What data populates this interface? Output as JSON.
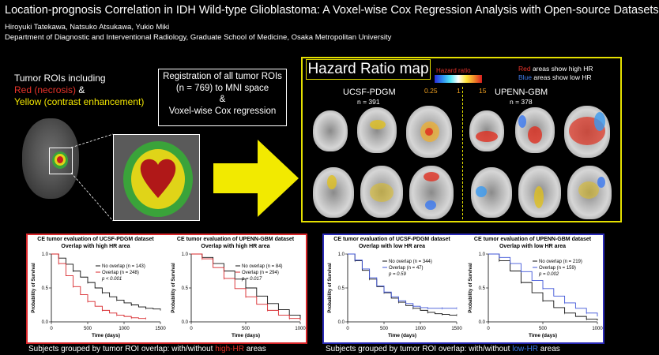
{
  "header": {
    "title": "Location-prognosis Correlation in IDH Wild-type Glioblastoma: A Voxel-wise Cox Regression Analysis with Open-source Datasets",
    "authors": "Hiroyuki Tatekawa, Natsuko Atsukawa, Yukio Miki",
    "department": "Department of Diagnostic and Interventional Radiology, Graduate School of Medicine, Osaka Metropolitan University"
  },
  "roi": {
    "line1": "Tumor ROIs including",
    "line2_red": "Red (necrosis)",
    "line2_amp": " &",
    "line3_yellow": "Yellow (contrast enhancement)"
  },
  "registration": {
    "line1": "Registration of all tumor ROIs",
    "line2": "(n = 769) to MNI space",
    "line3": "&",
    "line4": "Voxel-wise Cox regression"
  },
  "hr_map": {
    "title": "Hazard Ratio map",
    "colorbar_label": "Hazard ratio",
    "ticks": [
      "0.25",
      "1",
      "15"
    ],
    "legend_red_word": "Red",
    "legend_red_rest": " areas show high HR",
    "legend_blue_word": "Blue",
    "legend_blue_rest": " areas show low HR",
    "ucsf_name": "UCSF-PDGM",
    "ucsf_n": "n = 391",
    "upenn_name": "UPENN-GBM",
    "upenn_n": "n = 378"
  },
  "km_panels": [
    {
      "title": "CE tumor evaluation of UCSF-PDGM dataset",
      "subtitle": "Overlap with high HR area",
      "legend": [
        "No overlap (n = 143)",
        "Overlap (n = 248)"
      ],
      "p": "p < 0.001",
      "ylabel": "Probability of Survival",
      "xlabel": "Time (days)",
      "xticks": [
        "0",
        "500",
        "1000",
        "1500"
      ],
      "yticks": [
        "0.0",
        "0.5",
        "1.0"
      ]
    },
    {
      "title": "CE tumor evaluation of UPENN-GBM dataset",
      "subtitle": "Overlap with high HR area",
      "legend": [
        "No overlap (n = 84)",
        "Overlap (n = 294)"
      ],
      "p": "p = 0.017",
      "ylabel": "Probability of Survival",
      "xlabel": "Time (days)",
      "xticks": [
        "0",
        "500",
        "1000"
      ],
      "yticks": [
        "0.0",
        "0.5",
        "1.0"
      ]
    },
    {
      "title": "CE tumor evaluation of UCSF-PDGM dataset",
      "subtitle": "Overlap with low HR area",
      "legend": [
        "No overlap (n = 344)",
        "Overlap (n = 47)"
      ],
      "p": "p = 0.59",
      "ylabel": "Probability of Survival",
      "xlabel": "Time (days)",
      "xticks": [
        "0",
        "500",
        "1000",
        "1500"
      ],
      "yticks": [
        "0.0",
        "0.5",
        "1.0"
      ]
    },
    {
      "title": "CE tumor evaluation of UPENN-GBM dataset",
      "subtitle": "Overlap with low HR area",
      "legend": [
        "No overlap (n = 219)",
        "Overlap (n = 159)"
      ],
      "p": "p = 0.002",
      "ylabel": "Probability of Survival",
      "xlabel": "Time (days)",
      "xticks": [
        "0",
        "500",
        "1000"
      ],
      "yticks": [
        "0.0",
        "0.5",
        "1.0"
      ]
    }
  ],
  "captions": {
    "left_prefix": "Subjects grouped by tumor ROI overlap: with/without ",
    "left_highlight": "high-HR",
    "left_suffix": " areas",
    "right_prefix": "Subjects grouped by tumor ROI overlap: with/without ",
    "right_highlight": "low-HR",
    "right_suffix": " areas"
  },
  "chart_data": [
    {
      "type": "line",
      "title": "CE tumor evaluation of UCSF-PDGM dataset",
      "subtitle": "Overlap with high HR area",
      "xlabel": "Time (days)",
      "ylabel": "Probability of Survival",
      "xlim": [
        0,
        1500
      ],
      "ylim": [
        0,
        1
      ],
      "series": [
        {
          "name": "No overlap (n = 143)",
          "color": "#111111",
          "x": [
            0,
            100,
            200,
            300,
            400,
            500,
            600,
            700,
            800,
            900,
            1000,
            1100,
            1200,
            1300,
            1400,
            1500
          ],
          "y": [
            1.0,
            0.94,
            0.85,
            0.75,
            0.66,
            0.58,
            0.5,
            0.43,
            0.37,
            0.32,
            0.28,
            0.25,
            0.22,
            0.2,
            0.19,
            0.18
          ]
        },
        {
          "name": "Overlap (n = 248)",
          "color": "#d8262a",
          "x": [
            0,
            100,
            200,
            300,
            400,
            500,
            600,
            700,
            800,
            900,
            1000,
            1100,
            1200,
            1300
          ],
          "y": [
            1.0,
            0.86,
            0.68,
            0.52,
            0.4,
            0.3,
            0.23,
            0.17,
            0.13,
            0.1,
            0.08,
            0.06,
            0.05,
            0.05
          ]
        }
      ]
    },
    {
      "type": "line",
      "title": "CE tumor evaluation of UPENN-GBM dataset",
      "subtitle": "Overlap with high HR area",
      "xlabel": "Time (days)",
      "ylabel": "Probability of Survival",
      "xlim": [
        0,
        1000
      ],
      "ylim": [
        0,
        1
      ],
      "series": [
        {
          "name": "No overlap (n = 84)",
          "color": "#111111",
          "x": [
            0,
            100,
            200,
            300,
            400,
            500,
            600,
            700,
            800,
            900,
            1000
          ],
          "y": [
            1.0,
            0.95,
            0.86,
            0.75,
            0.63,
            0.5,
            0.38,
            0.27,
            0.18,
            0.1,
            0.05
          ]
        },
        {
          "name": "Overlap (n = 294)",
          "color": "#d8262a",
          "x": [
            0,
            100,
            200,
            300,
            400,
            500,
            600,
            700,
            800,
            900,
            1000
          ],
          "y": [
            1.0,
            0.93,
            0.8,
            0.64,
            0.49,
            0.37,
            0.26,
            0.17,
            0.1,
            0.05,
            0.02
          ]
        }
      ]
    },
    {
      "type": "line",
      "title": "CE tumor evaluation of UCSF-PDGM dataset",
      "subtitle": "Overlap with low HR area",
      "xlabel": "Time (days)",
      "ylabel": "Probability of Survival",
      "xlim": [
        0,
        1500
      ],
      "ylim": [
        0,
        1
      ],
      "series": [
        {
          "name": "No overlap (n = 344)",
          "color": "#111111",
          "x": [
            0,
            100,
            200,
            300,
            400,
            500,
            600,
            700,
            800,
            900,
            1000,
            1100,
            1200,
            1300,
            1400,
            1500
          ],
          "y": [
            1.0,
            0.9,
            0.76,
            0.63,
            0.52,
            0.43,
            0.35,
            0.29,
            0.24,
            0.2,
            0.17,
            0.14,
            0.12,
            0.11,
            0.1,
            0.1
          ]
        },
        {
          "name": "Overlap (n = 47)",
          "color": "#3f55d8",
          "x": [
            0,
            100,
            200,
            300,
            400,
            500,
            600,
            700,
            800,
            900,
            1000,
            1100,
            1200,
            1300,
            1400,
            1500
          ],
          "y": [
            1.0,
            0.91,
            0.78,
            0.65,
            0.53,
            0.44,
            0.37,
            0.31,
            0.27,
            0.23,
            0.21,
            0.2,
            0.2,
            0.2,
            0.2,
            0.2
          ]
        }
      ]
    },
    {
      "type": "line",
      "title": "CE tumor evaluation of UPENN-GBM dataset",
      "subtitle": "Overlap with low HR area",
      "xlabel": "Time (days)",
      "ylabel": "Probability of Survival",
      "xlim": [
        0,
        1000
      ],
      "ylim": [
        0,
        1
      ],
      "series": [
        {
          "name": "No overlap (n = 219)",
          "color": "#111111",
          "x": [
            0,
            100,
            200,
            300,
            400,
            500,
            600,
            700,
            800,
            900,
            1000
          ],
          "y": [
            1.0,
            0.9,
            0.75,
            0.58,
            0.43,
            0.31,
            0.21,
            0.13,
            0.08,
            0.04,
            0.02
          ]
        },
        {
          "name": "Overlap (n = 159)",
          "color": "#3f55d8",
          "x": [
            0,
            100,
            200,
            300,
            400,
            500,
            600,
            700,
            800,
            900,
            1000
          ],
          "y": [
            1.0,
            0.95,
            0.86,
            0.74,
            0.61,
            0.49,
            0.38,
            0.28,
            0.2,
            0.13,
            0.08
          ]
        }
      ]
    }
  ]
}
